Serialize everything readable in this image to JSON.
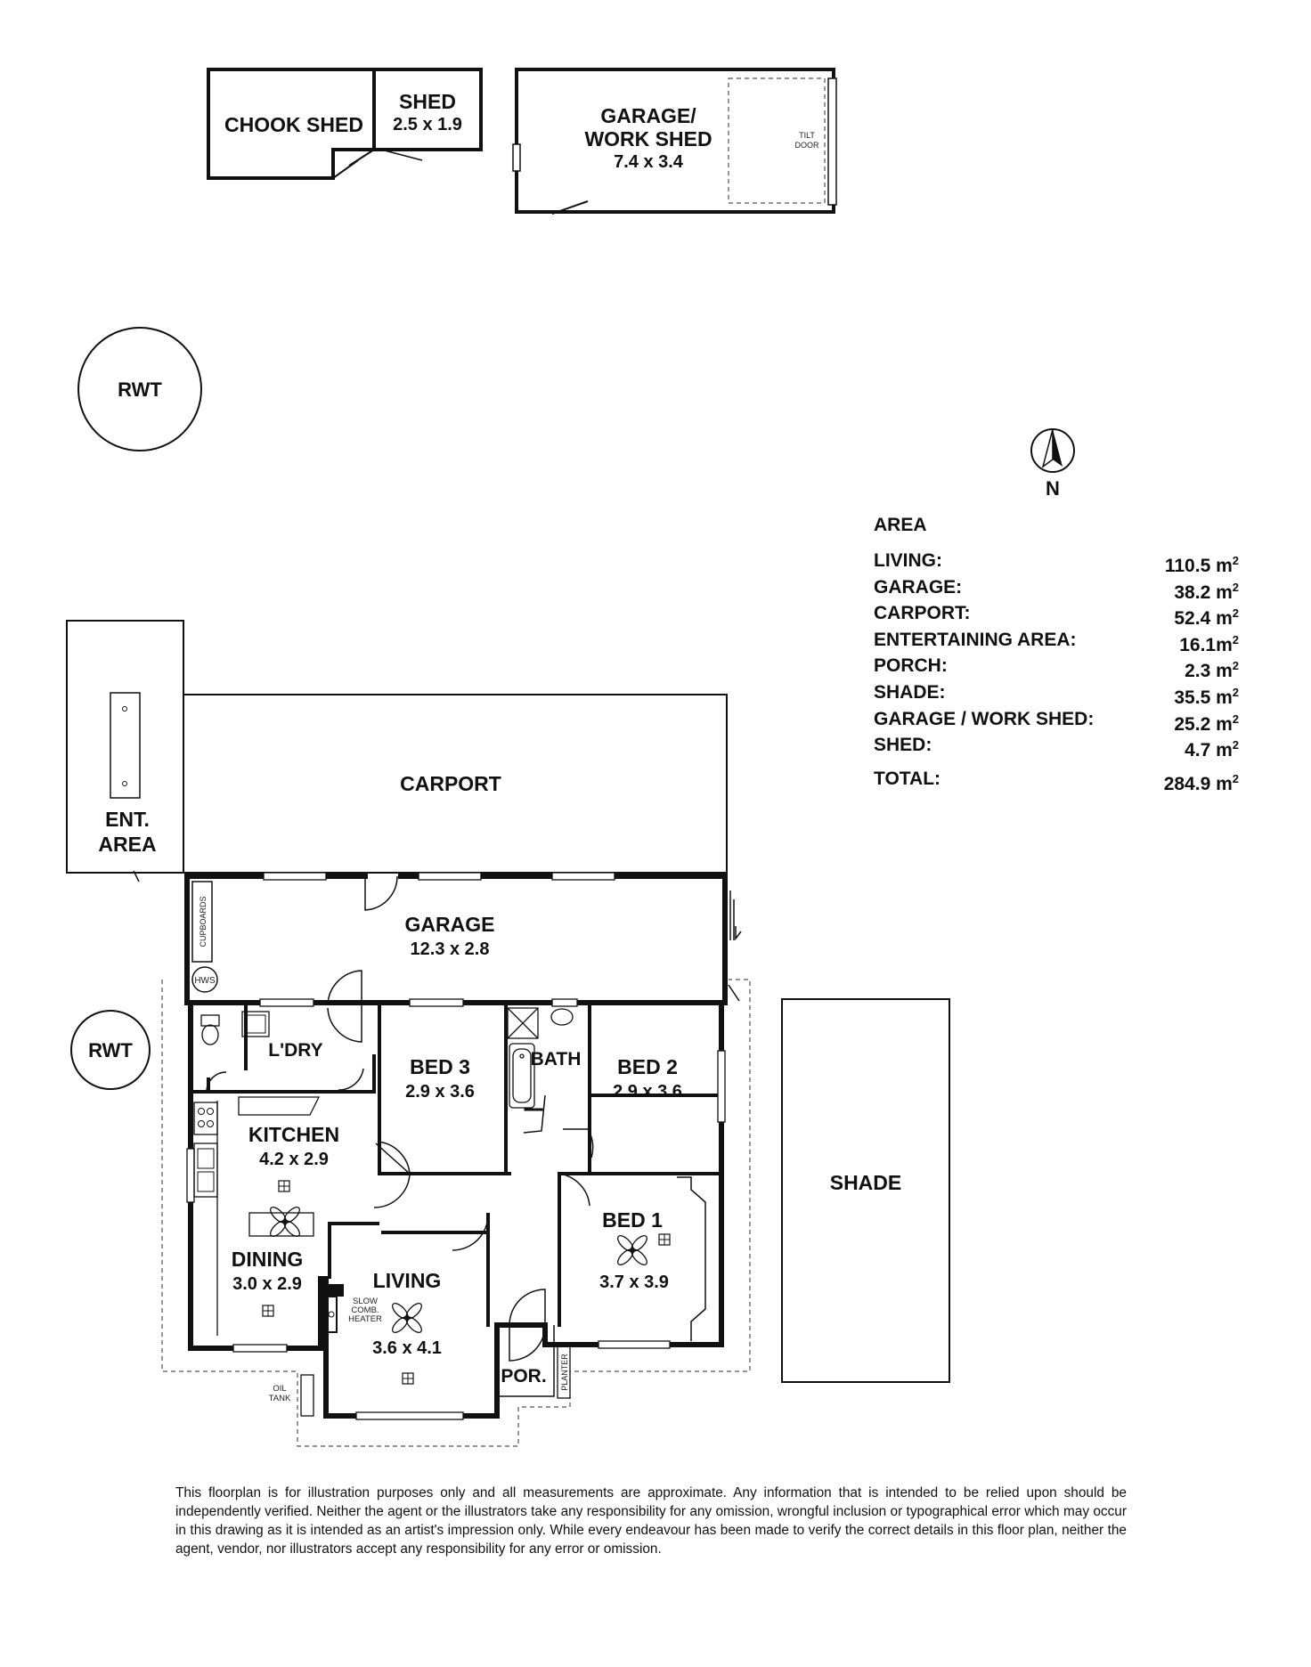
{
  "outbuildings": {
    "chook_shed": "CHOOK SHED",
    "shed_name": "SHED",
    "shed_dim": "2.5 x 1.9",
    "garage_ws_name_1": "GARAGE/",
    "garage_ws_name_2": "WORK SHED",
    "garage_ws_dim": "7.4 x 3.4",
    "tilt_door_1": "TILT",
    "tilt_door_2": "DOOR"
  },
  "tanks": {
    "rwt_top": "RWT",
    "rwt_side": "RWT"
  },
  "compass": {
    "label": "N"
  },
  "rooms": {
    "ent_area_1": "ENT.",
    "ent_area_2": "AREA",
    "carport": "CARPORT",
    "cupboards": "CUPBOARDS",
    "garage_name": "GARAGE",
    "garage_dim": "12.3 x 2.8",
    "hws": "HWS",
    "laundry": "L'DRY",
    "bed3_name": "BED 3",
    "bed3_dim": "2.9 x 3.6",
    "bath": "BATH",
    "bed2_name": "BED 2",
    "bed2_dim": "2.9 x 3.6",
    "kitchen_name": "KITCHEN",
    "kitchen_dim": "4.2 x 2.9",
    "dining_name": "DINING",
    "dining_dim": "3.0 x 2.9",
    "living_name": "LIVING",
    "living_dim": "3.6 x 4.1",
    "slow_comb_1": "SLOW",
    "slow_comb_2": "COMB.",
    "slow_comb_3": "HEATER",
    "bed1_name": "BED 1",
    "bed1_dim": "3.7 x 3.9",
    "porch": "POR.",
    "planter": "PLANTER",
    "oil_tank_1": "OIL",
    "oil_tank_2": "TANK",
    "shade": "SHADE"
  },
  "area_table": {
    "title": "AREA",
    "rows": [
      {
        "label": "LIVING:",
        "value": "110.5 m",
        "unit_sup": "2"
      },
      {
        "label": "GARAGE:",
        "value": "38.2 m",
        "unit_sup": "2"
      },
      {
        "label": "CARPORT:",
        "value": "52.4 m",
        "unit_sup": "2"
      },
      {
        "label": "ENTERTAINING AREA:",
        "value": "16.1m",
        "unit_sup": "2"
      },
      {
        "label": "PORCH:",
        "value": "2.3 m",
        "unit_sup": "2"
      },
      {
        "label": "SHADE:",
        "value": "35.5 m",
        "unit_sup": "2"
      },
      {
        "label": "GARAGE / WORK SHED:",
        "value": "25.2 m",
        "unit_sup": "2"
      },
      {
        "label": "SHED:",
        "value": "4.7 m",
        "unit_sup": "2"
      }
    ],
    "total": {
      "label": "TOTAL:",
      "value": "284.9 m",
      "unit_sup": "2"
    }
  },
  "disclaimer": "This floorplan is for illustration purposes only and all measurements are approximate. Any information that is intended to be relied upon should be independently verified. Neither the agent or the illustrators take any responsibility for any omission, wrongful inclusion or typographical error which may occur in this drawing as it is intended as an artist's impression only. While every endeavour has been made to verify the correct details in this floor plan, neither the agent, vendor, nor illustrators accept any responsibility for any error or omission."
}
